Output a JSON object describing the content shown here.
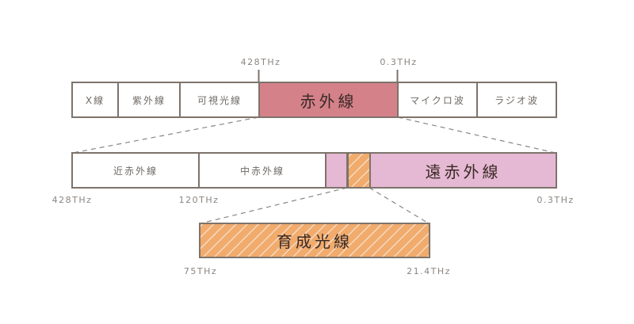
{
  "top_row": {
    "segments": [
      "X線",
      "紫外線",
      "可視光線",
      "赤外線",
      "マイクロ波",
      "ラジオ波"
    ],
    "marker_left": "428THz",
    "marker_right": "0.3THz"
  },
  "middle_row": {
    "segments": [
      "近赤外線",
      "中赤外線",
      "",
      "",
      "遠赤外線"
    ],
    "label_left": "428THz",
    "label_mid": "120THz",
    "label_right": "0.3THz"
  },
  "bottom_row": {
    "title": "育成光線",
    "label_left": "75THz",
    "label_right": "21.4THz"
  },
  "colors": {
    "outline": "#7d736b",
    "infrared": "#d4818a",
    "far_infrared": "#e5b8d3",
    "growth_light": "#f0ab6d"
  }
}
